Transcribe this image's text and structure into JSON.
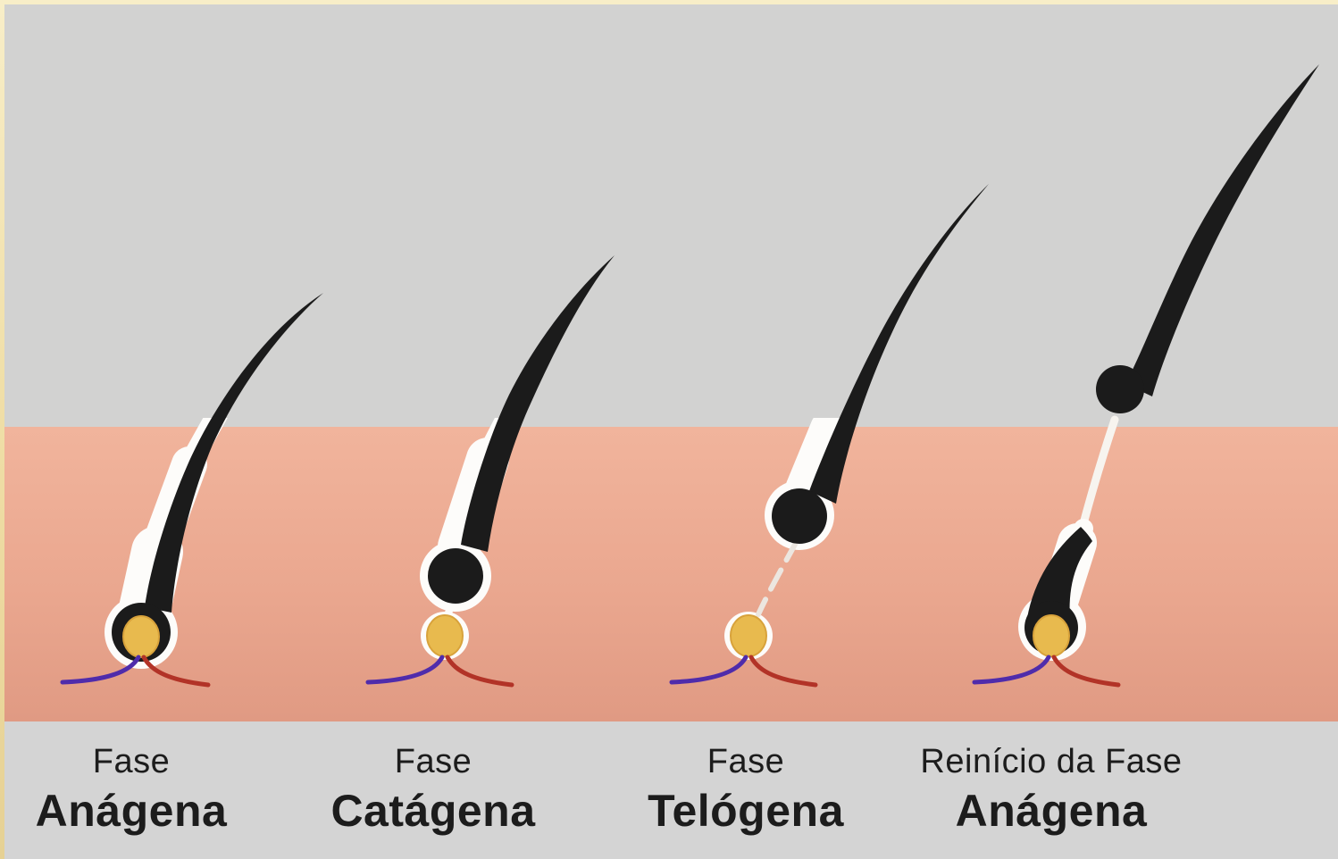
{
  "diagram": {
    "phases": [
      {
        "id": "anagen",
        "label_line1": "Fase",
        "label_line2": "Anágena"
      },
      {
        "id": "catagen",
        "label_line1": "Fase",
        "label_line2": "Catágena"
      },
      {
        "id": "telogen",
        "label_line1": "Fase",
        "label_line2": "Telógena"
      },
      {
        "id": "anagen-restart",
        "label_line1": "Reinício da Fase",
        "label_line2": "Anágena"
      }
    ]
  },
  "colors": {
    "frame_border": "#f0dfa8",
    "epidermis_gray": "#d2d2d1",
    "skin_top": "#f1b49c",
    "skin_mid": "#eaa78f",
    "skin_bottom": "#e09a83",
    "caption_band": "#d4d4d4",
    "hair_black": "#1b1b1b",
    "sheath_white": "#fdfcfa",
    "papilla_yellow": "#e8ba4e",
    "papilla_edge": "#d8a23b",
    "vessel_red": "#b23327",
    "vessel_blue": "#4f2cab",
    "wisp_strand": "#ece6e0",
    "shed_strand": "#f7f4ef",
    "text": "#1c1c1c"
  }
}
